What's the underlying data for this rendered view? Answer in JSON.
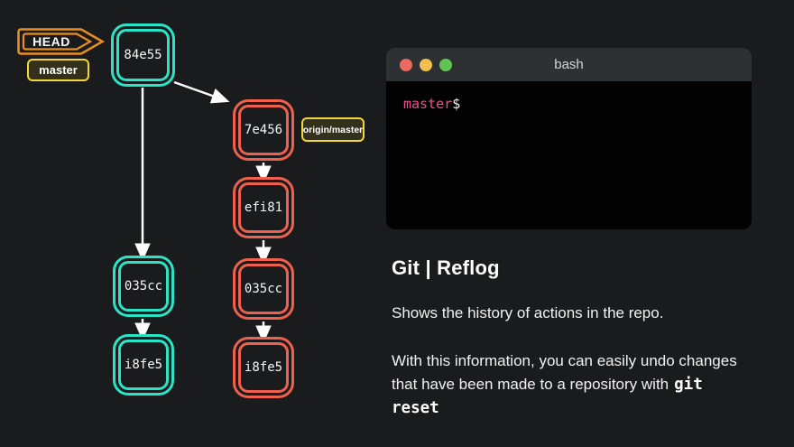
{
  "graph": {
    "head_label": "HEAD",
    "master_label": "master",
    "origin_label": "origin/master",
    "nodes": [
      {
        "label": "84e55",
        "color": "teal"
      },
      {
        "label": "035cc",
        "color": "teal"
      },
      {
        "label": "i8fe5",
        "color": "teal"
      },
      {
        "label": "7e456",
        "color": "red"
      },
      {
        "label": "efi81",
        "color": "red"
      },
      {
        "label": "035cc",
        "color": "red"
      },
      {
        "label": "i8fe5",
        "color": "red"
      }
    ]
  },
  "terminal": {
    "title": "bash",
    "prompt_branch": "master",
    "prompt_symbol": "$"
  },
  "content": {
    "heading": "Git | Reflog",
    "paragraph1": "Shows the history of actions in the repo.",
    "paragraph2": "With this information, you can easily undo changes that have been made to a repository with",
    "code": "git reset"
  },
  "colors": {
    "teal": "#2be3c5",
    "red": "#f0604e",
    "orange": "#ea8c1e",
    "yellow": "#f2d73b",
    "prompt_pink": "#ed4f94",
    "dot_red": "#ec6a5e",
    "dot_yellow": "#f4bf4f",
    "dot_green": "#61c554",
    "background": "#1a1b1c"
  }
}
